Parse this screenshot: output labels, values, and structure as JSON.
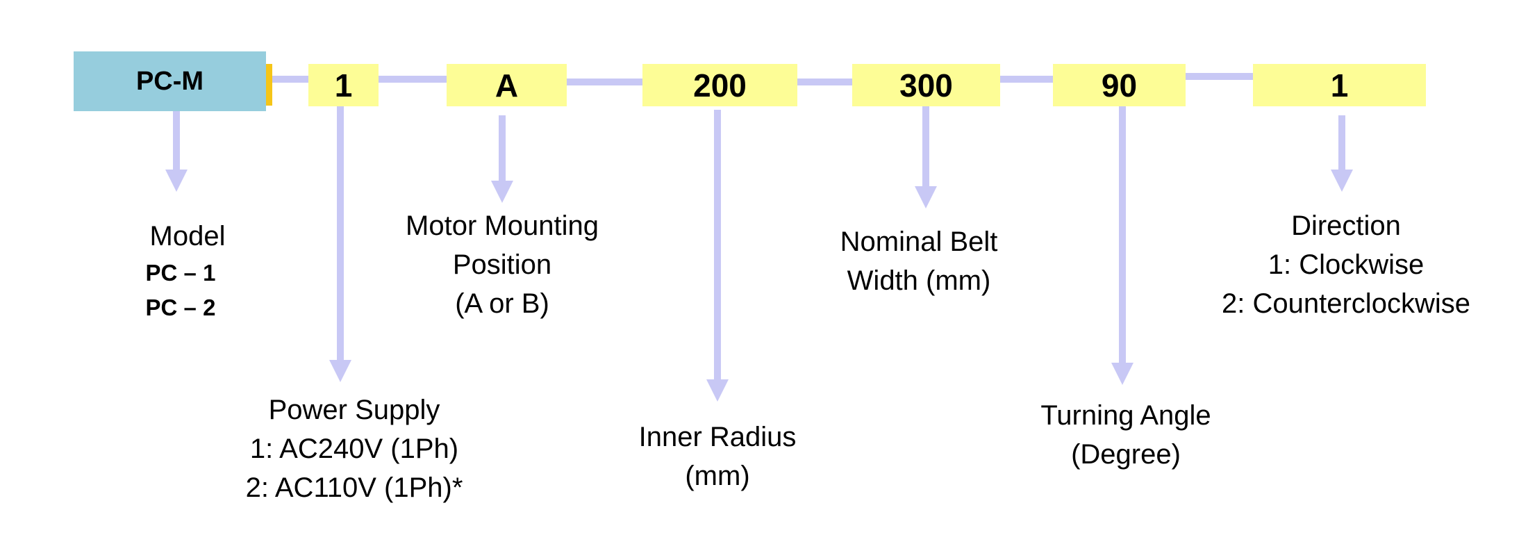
{
  "colors": {
    "model_box": "#96cddd",
    "segment_box": "#fdfd96",
    "accent": "#f5c518",
    "connector": "#c8c8f5"
  },
  "segments": {
    "model": "PC-M",
    "power": "1",
    "mounting": "A",
    "radius": "200",
    "width": "300",
    "angle": "90",
    "direction": "1"
  },
  "labels": {
    "model": {
      "title": "Model",
      "codes": [
        "PC – 1",
        "PC – 2"
      ]
    },
    "mounting": {
      "lines": [
        "Motor Mounting",
        "Position",
        "(A or B)"
      ]
    },
    "width": {
      "lines": [
        "Nominal Belt",
        "Width (mm)"
      ]
    },
    "direction": {
      "lines": [
        "Direction",
        "1: Clockwise",
        "2: Counterclockwise"
      ]
    },
    "power": {
      "lines": [
        "Power Supply",
        "1: AC240V (1Ph)",
        "2: AC110V (1Ph)*"
      ]
    },
    "radius": {
      "lines": [
        "Inner Radius",
        "(mm)"
      ]
    },
    "angle": {
      "lines": [
        "Turning Angle",
        "(Degree)"
      ]
    }
  }
}
